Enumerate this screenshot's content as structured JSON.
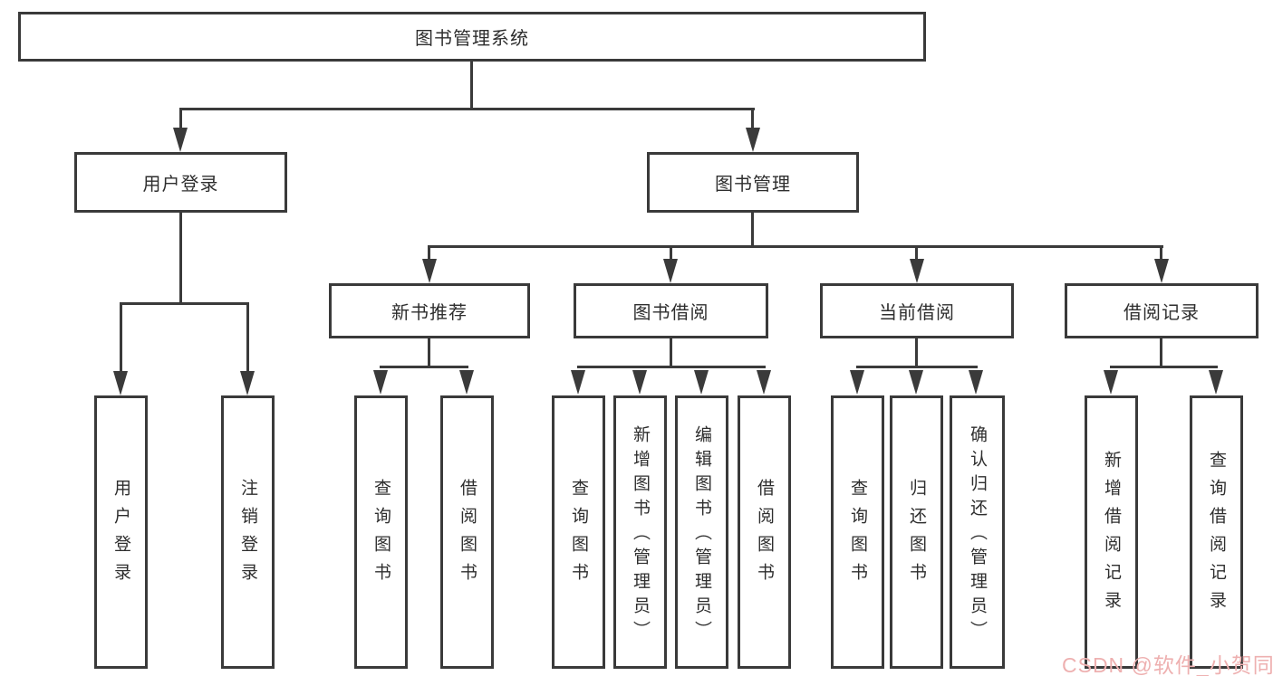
{
  "tree": {
    "root": "图书管理系统",
    "children": [
      {
        "label": "用户登录",
        "children": [
          "用户登录",
          "注销登录"
        ]
      },
      {
        "label": "图书管理",
        "children": [
          {
            "label": "新书推荐",
            "children": [
              "查询图书",
              "借阅图书"
            ]
          },
          {
            "label": "图书借阅",
            "children": [
              "查询图书",
              "新增图书（管理员）",
              "编辑图书（管理员）",
              "借阅图书"
            ]
          },
          {
            "label": "当前借阅",
            "children": [
              "查询图书",
              "归还图书",
              "确认归还（管理员）"
            ]
          },
          {
            "label": "借阅记录",
            "children": [
              "新增借阅记录",
              "查询借阅记录"
            ]
          }
        ]
      }
    ]
  },
  "watermark": {
    "text": "CSDN @软件_小贺同学"
  },
  "colors": {
    "line": "#3a3a3a",
    "box_border": "#3a3a3a",
    "text": "#2e2e2e",
    "watermark": "#eeb0b0",
    "background": "#ffffff"
  }
}
